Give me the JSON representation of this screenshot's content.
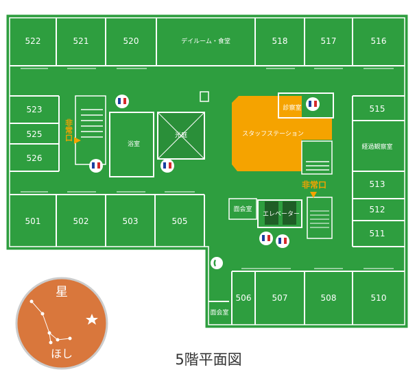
{
  "colors": {
    "floor": "#2e9e3f",
    "floor_dark": "#1f7a2e",
    "wall": "#ffffff",
    "staff": "#f5a300",
    "exit": "#f5a300",
    "elevator": "#1f5e26",
    "badge": "#d9773c"
  },
  "rooms_top": [
    "522",
    "521",
    "520",
    "デイルーム・食堂",
    "518",
    "517",
    "516"
  ],
  "rooms_left": [
    "523",
    "525",
    "526"
  ],
  "rooms_bottom_left": [
    "501",
    "502",
    "503",
    "505"
  ],
  "rooms_right": [
    "515",
    "経過観察室",
    "513",
    "512",
    "511"
  ],
  "rooms_bottom_right": [
    "506",
    "507",
    "508",
    "510"
  ],
  "labels": {
    "bath": "浴室",
    "lightwell": "光庭",
    "exam": "診察室",
    "staff_station": "スタッフステーション",
    "elevator": "エレベーター",
    "meeting_upper": "面会室",
    "meeting_lower": "面会室",
    "emergency_exit_left": "非常口",
    "emergency_exit_right": "非常口"
  },
  "badge": {
    "title": "星",
    "subtitle": "ほし"
  },
  "icons": [
    "restroom-icon",
    "phone-icon",
    "emergency-exit-arrow-icon",
    "constellation-icon",
    "star-icon"
  ],
  "caption": "5階平面図"
}
